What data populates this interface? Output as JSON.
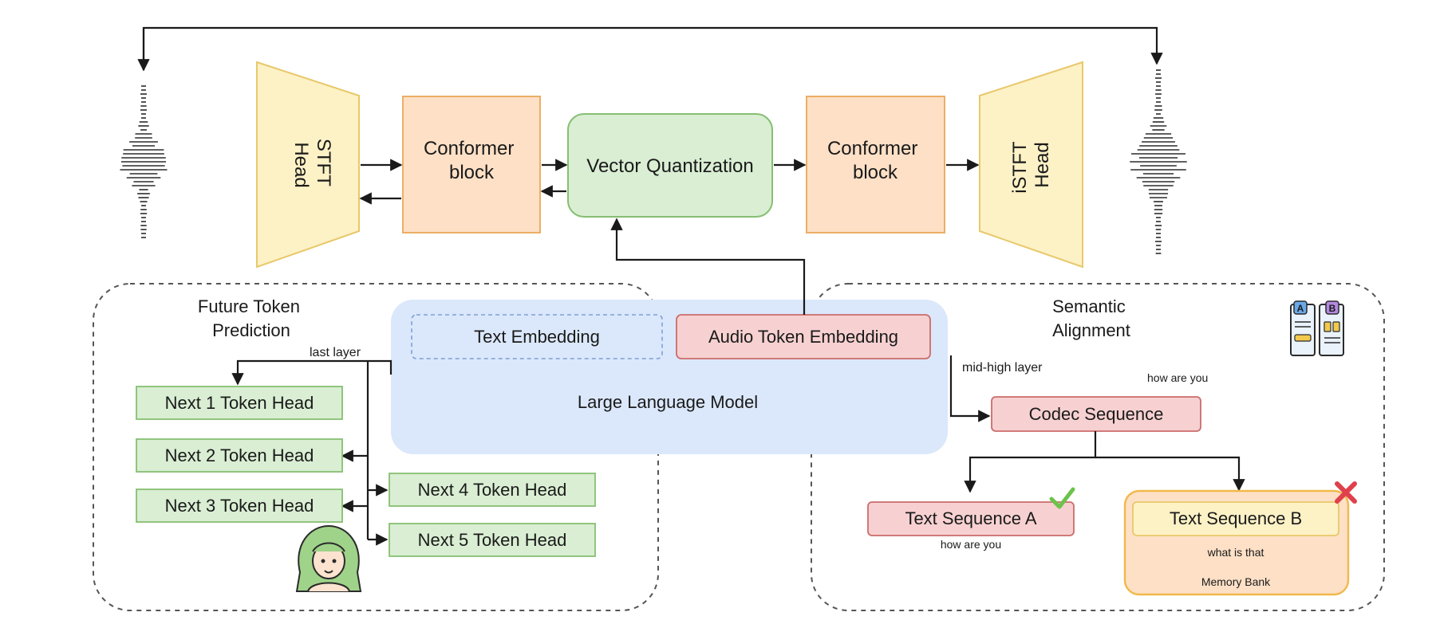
{
  "colors": {
    "yellow_fill": "#fdf1c6",
    "yellow_stroke": "#e8c86a",
    "orange_fill": "#fde0c6",
    "orange_stroke": "#ecae66",
    "green_fill": "#d9eed3",
    "green_stroke": "#86bf72",
    "red_fill": "#f7d1d1",
    "red_stroke": "#cc6b6b",
    "blue_fill": "#dbe8fb",
    "blue_stroke": "#7d9fd6",
    "check": "#6cc24a",
    "cross": "#e0404b"
  },
  "encoder": {
    "stft_head": [
      "STFT",
      "Head"
    ],
    "conformer": [
      "Conformer",
      "block"
    ]
  },
  "quantizer": {
    "label": "Vector Quantization"
  },
  "decoder": {
    "conformer": [
      "Conformer",
      "block"
    ],
    "istft_head": [
      "iSTFT",
      "Head"
    ]
  },
  "future_token": {
    "title": [
      "Future Token",
      "Prediction"
    ],
    "last_layer": "last layer",
    "heads": [
      "Next 1 Token Head",
      "Next 2 Token Head",
      "Next 3 Token Head",
      "Next 4 Token Head",
      "Next 5 Token Head"
    ]
  },
  "llm": {
    "label": "Large Language Model",
    "text_embedding": "Text Embedding",
    "audio_embedding": "Audio Token Embedding"
  },
  "semantic": {
    "title": [
      "Semantic",
      "Alignment"
    ],
    "mid_high_layer": "mid-high layer",
    "codec_caption": "how are you",
    "codec_sequence": "Codec Sequence",
    "text_seq_a": "Text Sequence A",
    "text_seq_a_caption": "how are you",
    "text_seq_b": "Text Sequence B",
    "text_seq_b_caption": "what is that",
    "memory_bank": "Memory Bank",
    "icon_letters": [
      "A",
      "B"
    ]
  }
}
